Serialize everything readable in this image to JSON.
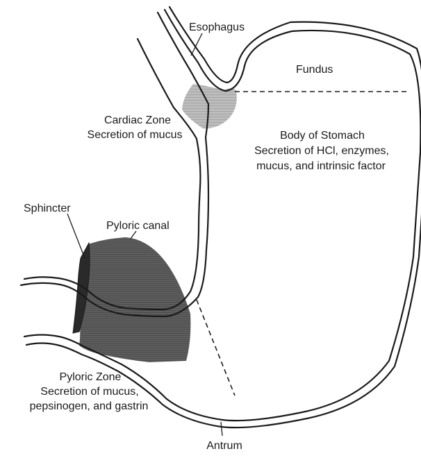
{
  "labels": {
    "esophagus": "Esophagus",
    "fundus": "Fundus",
    "cardiac_zone": "Cardiac Zone",
    "cardiac_secretion": "Secretion of mucus",
    "body": "Body of Stomach",
    "body_secretion_1": "Secretion of HCl, enzymes,",
    "body_secretion_2": "mucus, and intrinsic factor",
    "sphincter": "Sphincter",
    "pyloric_canal": "Pyloric canal",
    "pyloric_zone": "Pyloric Zone",
    "pyloric_secretion_1": "Secretion of mucus,",
    "pyloric_secretion_2": "pepsinogen, and gastrin",
    "antrum": "Antrum"
  },
  "colors": {
    "outline": "#1a1a1a",
    "cardiac_fill": "#a9a9a9",
    "pyloric_fill": "#555555",
    "sphincter_fill": "#2a2a2a"
  }
}
